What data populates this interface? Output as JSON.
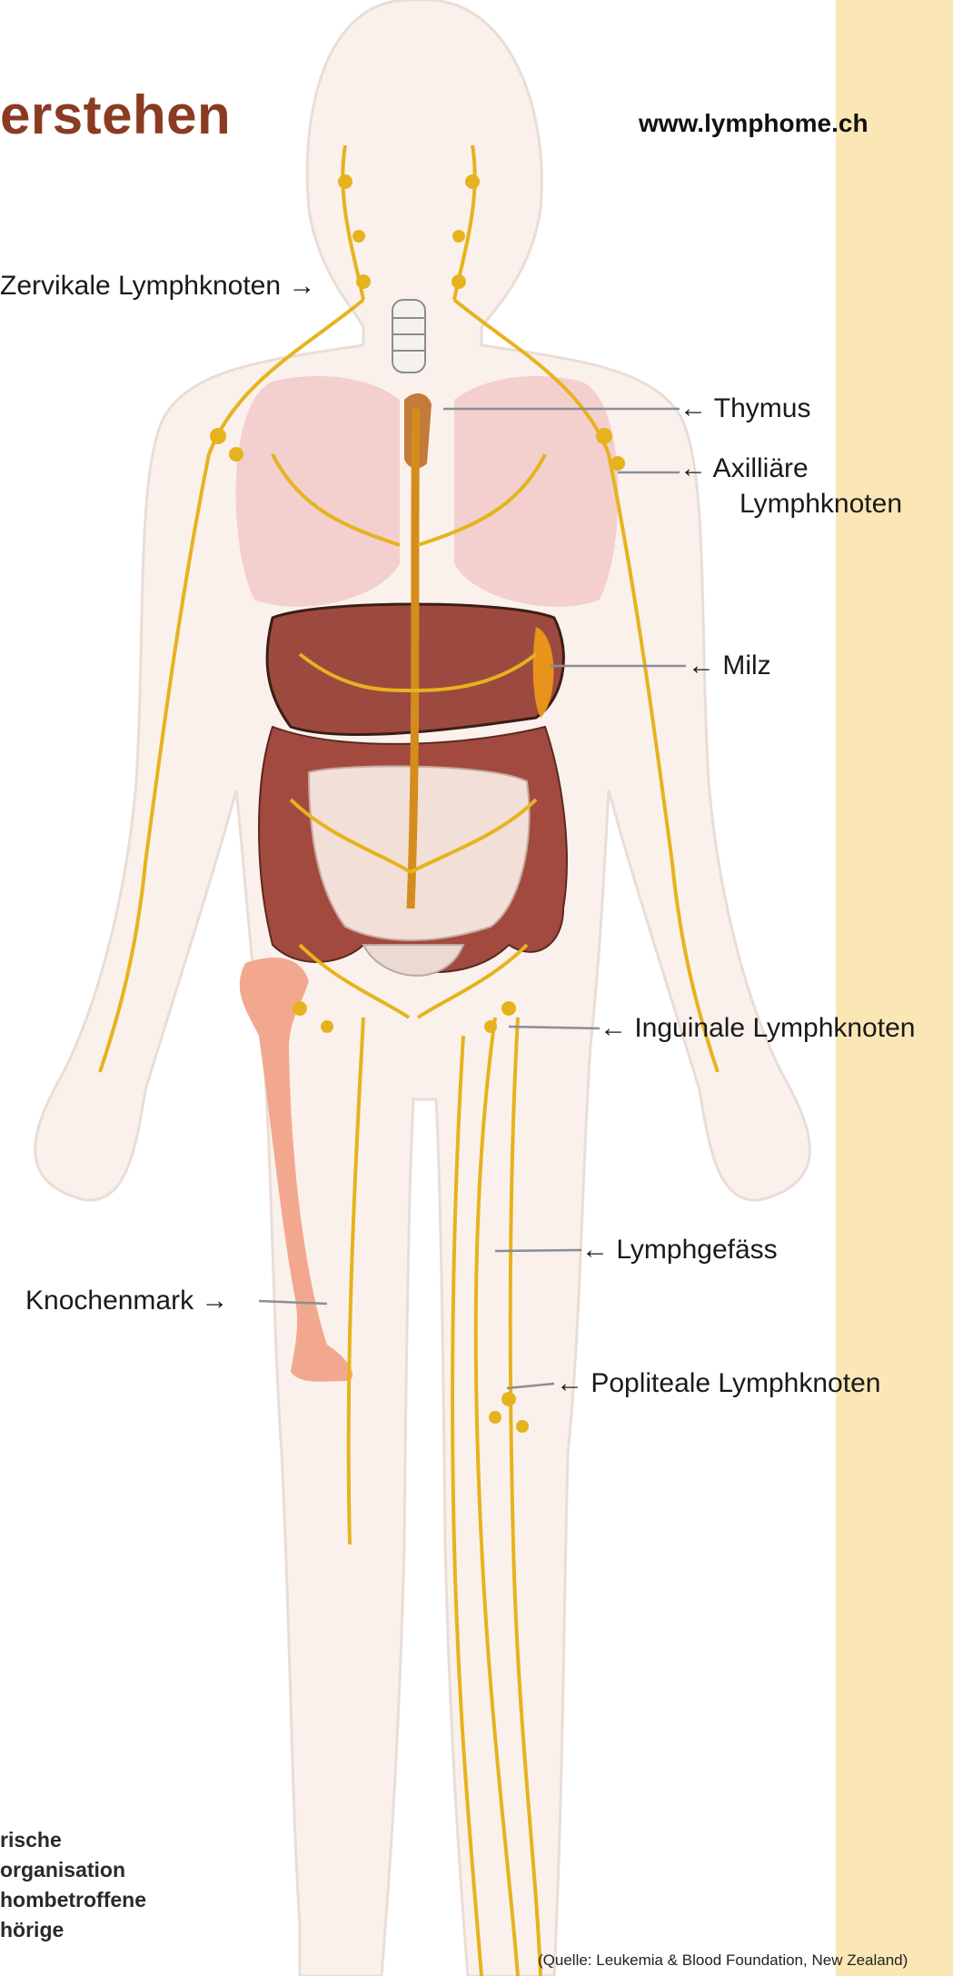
{
  "header": {
    "title": "erstehen",
    "url": "www.lymphome.ch"
  },
  "labels": {
    "zervikale": "Zervikale Lymphknoten →",
    "thymus": "← Thymus",
    "axillaere_1": "← Axilliäre",
    "axillaere_2": "Lymphknoten",
    "milz": "← Milz",
    "inguinale": "← Inguinale Lymphknoten",
    "lymphgefaess": "← Lymphgefäss",
    "knochenmark": "Knochenmark →",
    "popliteale": "← Popliteale Lymphknoten"
  },
  "footer": {
    "org_lines": [
      "rische",
      "organisation",
      "hombetroffene",
      "hörige"
    ],
    "source": "(Quelle: Leukemia & Blood Foundation, New Zealand)"
  },
  "colors": {
    "accent_band": "#fbe7b5",
    "title": "#8a3b22",
    "lymph": "#e6b31e",
    "body": "#fbf1ec"
  }
}
